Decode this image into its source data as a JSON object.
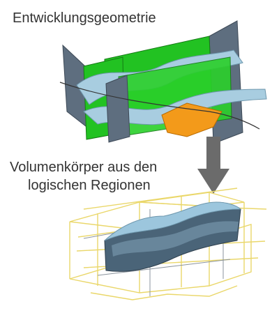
{
  "labels": {
    "top_title": "Entwicklungsgeometrie",
    "bottom_title_line1": "Volumenkörper aus den",
    "bottom_title_line2": "logischen Regionen"
  },
  "colors": {
    "green_plane": "#22c222",
    "gray_plane": "#5e6e7f",
    "light_blue_surface": "#a8cde0",
    "orange_surface": "#f39a1a",
    "arrow_gray": "#6b6b6b",
    "wireframe_yellow": "#ead76a",
    "solid_body": "#4a6478",
    "solid_top": "#9cc6dd"
  },
  "icons": {
    "arrow": "down-arrow-icon"
  }
}
